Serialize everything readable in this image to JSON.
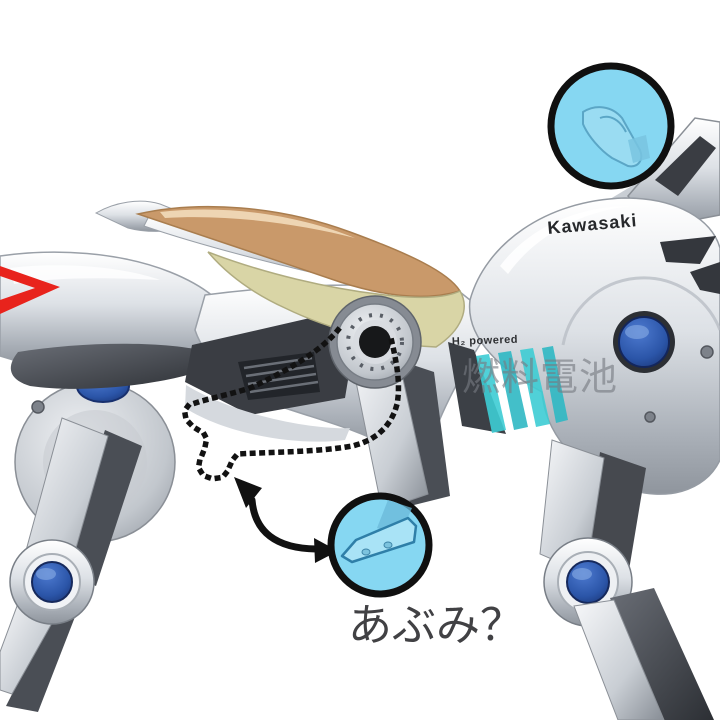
{
  "texts": {
    "brand": "Kawasaki",
    "power": "H₂ powered",
    "watermark": "燃料電池",
    "annotation": "あぶみ？"
  },
  "colors": {
    "callout_fill": "#86d7f2",
    "callout_border": "#101010",
    "hub_blue": "#2b55a8",
    "seat_top_brown": "#c9996a",
    "seat_base_cream": "#d9d5a6",
    "accent_red": "#e8231c",
    "stripe_teal": "#3ecdd4",
    "body_silver": "#c7ccd3",
    "panel_dark": "#3a3d43",
    "watermark_gray": "#777b82",
    "annotation_gray": "#414144"
  }
}
